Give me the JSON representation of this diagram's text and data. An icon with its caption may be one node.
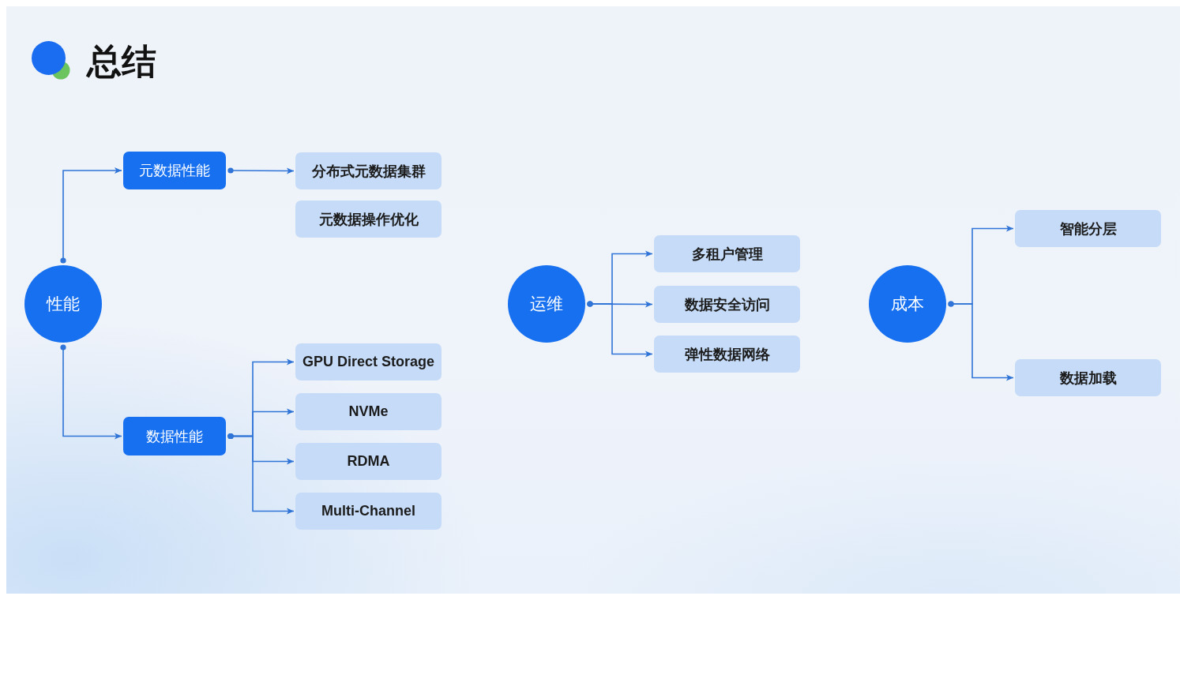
{
  "diagram": {
    "title": "总结",
    "nodes": [
      {
        "text": [
          "性能"
        ]
      },
      {
        "text": [
          "元数据性能"
        ]
      },
      {
        "text": [
          "分布式元数据集群"
        ]
      },
      {
        "text": [
          "元数据操作优化"
        ]
      },
      {
        "text": [
          "数据性能"
        ]
      },
      {
        "text": [
          "GPU Direct Storage"
        ]
      },
      {
        "text": [
          "NVMe"
        ]
      },
      {
        "text": [
          "RDMA"
        ]
      },
      {
        "text": [
          "Multi-Channel"
        ]
      },
      {
        "text": [
          "运维"
        ]
      },
      {
        "text": [
          "多租户管理"
        ]
      },
      {
        "text": [
          "数据安全访问"
        ]
      },
      {
        "text": [
          "弹性数据网络"
        ]
      },
      {
        "text": [
          "成本"
        ]
      },
      {
        "text": [
          "智能分层"
        ]
      },
      {
        "text": [
          "数据加载"
        ]
      }
    ],
    "edges": [
      {
        "from": 0,
        "to": 1,
        "arrow": "to"
      },
      {
        "from": 0,
        "to": 4,
        "arrow": "to"
      },
      {
        "from": 1,
        "to": 2,
        "arrow": "to"
      },
      {
        "from": 4,
        "to": 5,
        "arrow": "to"
      },
      {
        "from": 4,
        "to": 6,
        "arrow": "to"
      },
      {
        "from": 4,
        "to": 7,
        "arrow": "to"
      },
      {
        "from": 4,
        "to": 8,
        "arrow": "to"
      },
      {
        "from": 9,
        "to": 10,
        "arrow": "to"
      },
      {
        "from": 9,
        "to": 11,
        "arrow": "to"
      },
      {
        "from": 9,
        "to": 12,
        "arrow": "to"
      },
      {
        "from": 13,
        "to": 14,
        "arrow": "to"
      },
      {
        "from": 13,
        "to": 15,
        "arrow": "to"
      }
    ]
  }
}
